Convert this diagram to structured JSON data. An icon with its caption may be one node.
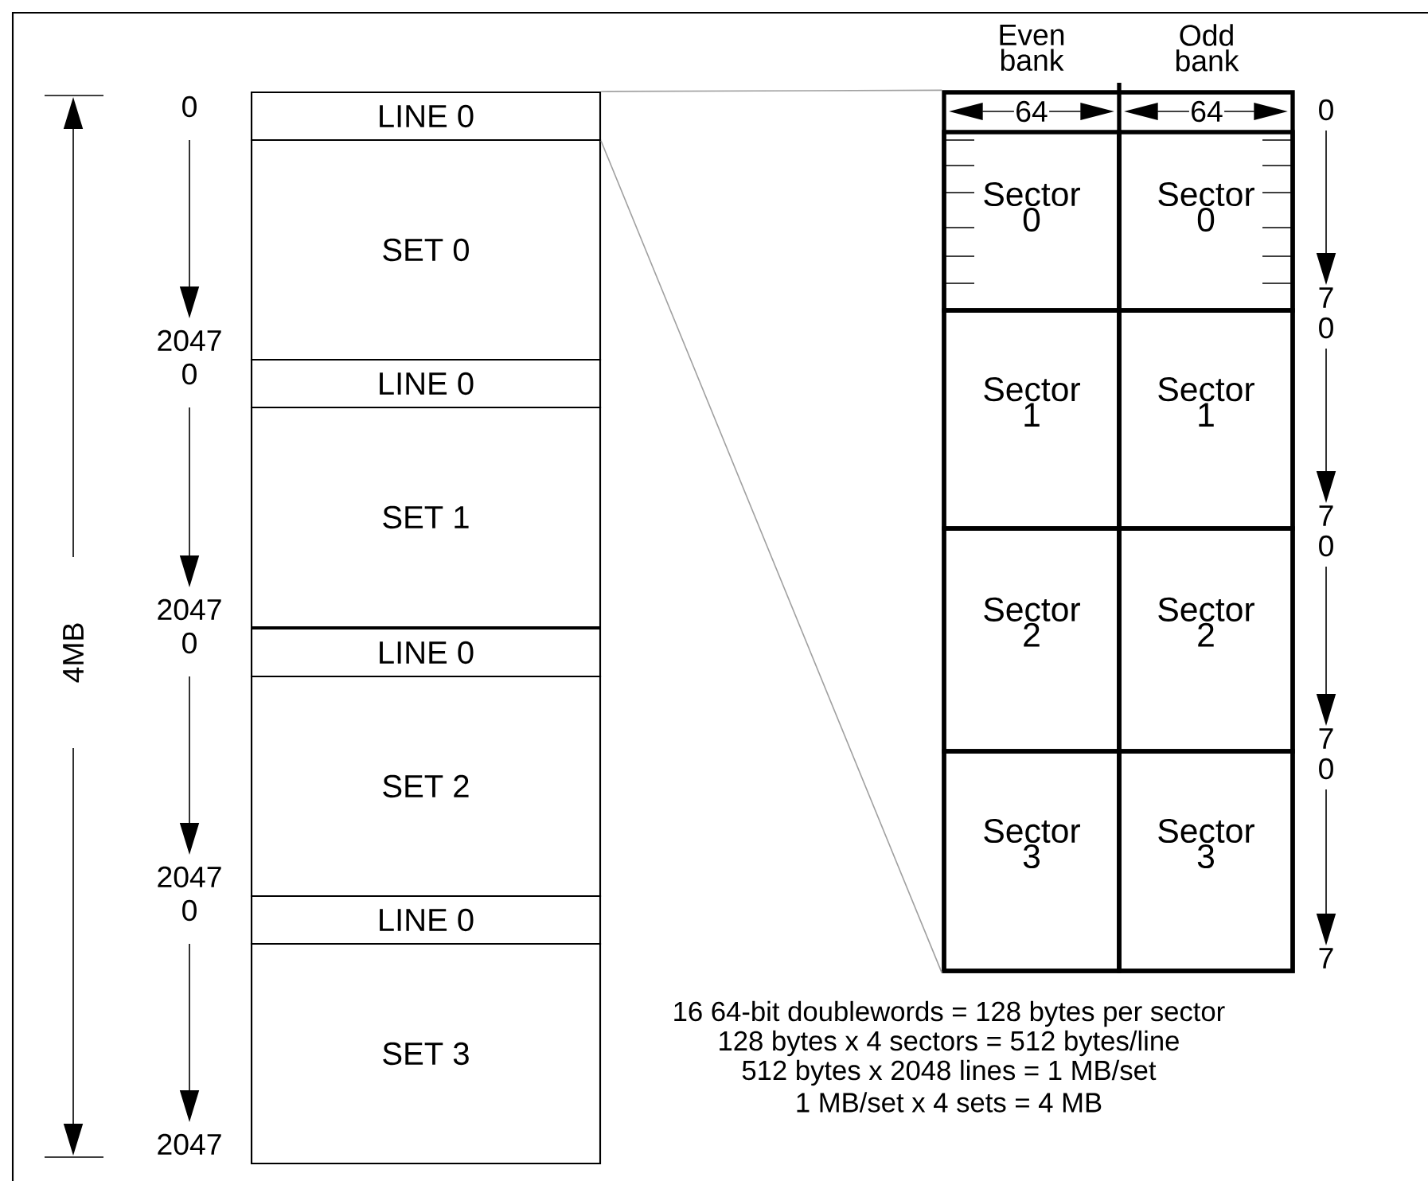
{
  "diagram": {
    "nodes": [
      {
        "text": [
          "LINE 0"
        ]
      },
      {
        "text": [
          "SET 0"
        ]
      },
      {
        "text": [
          "LINE 0"
        ]
      },
      {
        "text": [
          "SET 1"
        ]
      },
      {
        "text": [
          "LINE 0"
        ]
      },
      {
        "text": [
          "SET 2"
        ]
      },
      {
        "text": [
          "LINE 0"
        ]
      },
      {
        "text": [
          "SET 3"
        ]
      },
      {
        "text": [],
        "shape": "box"
      },
      {
        "text": [
          "Sector 0"
        ],
        "in": 8
      },
      {
        "text": [
          "Sector 0"
        ],
        "in": 8
      },
      {
        "text": [
          "Sector 1"
        ],
        "in": 8
      },
      {
        "text": [
          "Sector 1"
        ],
        "in": 8
      },
      {
        "text": [
          "Sector 2"
        ],
        "in": 8
      },
      {
        "text": [
          "Sector 2"
        ],
        "in": 8
      },
      {
        "text": [
          "Sector 3"
        ],
        "in": 8
      },
      {
        "text": [
          "Sector 3"
        ],
        "in": 8
      }
    ],
    "edges": [
      {
        "from": 0,
        "to": 8,
        "arrow": "none"
      },
      {
        "from": 0,
        "to": 8,
        "arrow": "none"
      }
    ],
    "labels": [
      "Even bank",
      "Odd bank",
      "64",
      "64",
      "0",
      "2047",
      "0",
      "2047",
      "0",
      "2047",
      "0",
      "2047",
      "4MB",
      "0",
      "7",
      "0",
      "7",
      "0",
      "7",
      "0",
      "7",
      "16 64-bit doublewords = 128 bytes per sector",
      "128 bytes x 4 sectors = 512 bytes/line",
      "512 bytes x 2048 lines = 1 MB/set",
      "1 MB/set x 4 sets = 4 MB"
    ]
  }
}
